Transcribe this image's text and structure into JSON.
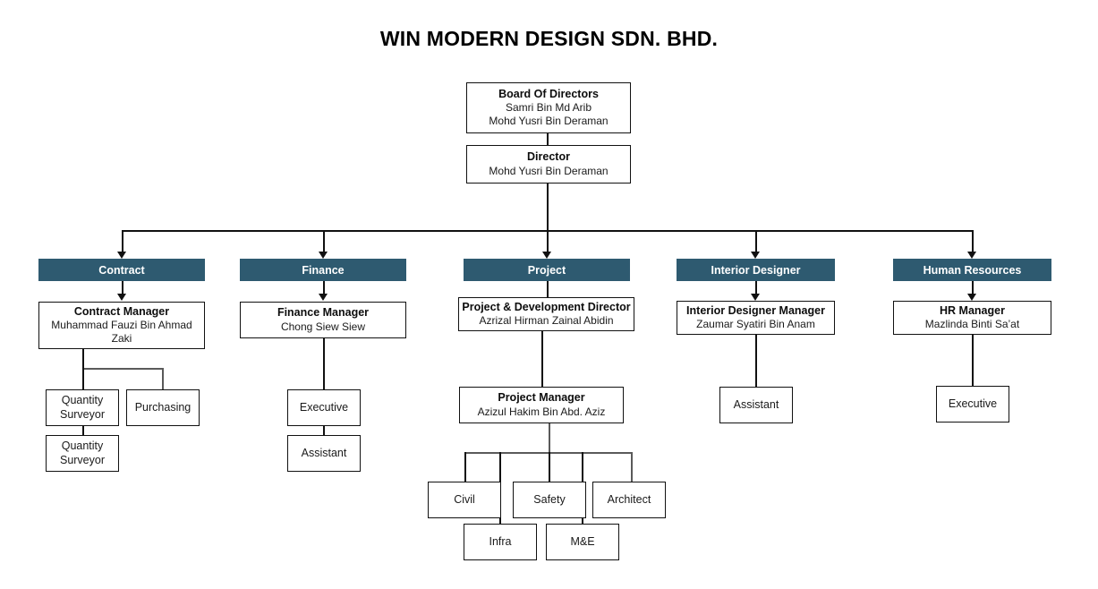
{
  "title": "WIN MODERN DESIGN SDN. BHD.",
  "theme": {
    "dept_bar_color": "#2E5A70",
    "dept_bar_text_color": "#FFFFFF",
    "box_border_color": "#111111",
    "box_fill_color": "#FFFFFF",
    "connector_color": "#111111",
    "connector_grey": "#5A5A5A",
    "page_background": "#FFFFFF"
  },
  "top": {
    "board": {
      "role": "Board Of Directors",
      "member_1": "Samri Bin Md Arib",
      "member_2": "Mohd Yusri Bin Deraman"
    },
    "director": {
      "role": "Director",
      "name": "Mohd Yusri Bin Deraman"
    }
  },
  "departments": [
    {
      "name": "Contract",
      "manager_role": "Contract Manager",
      "manager_name_line1": "Muhammad Fauzi Bin Ahmad",
      "manager_name_line2": "Zaki",
      "children": [
        {
          "label": "Quantity Surveyor"
        },
        {
          "label": "Purchasing"
        },
        {
          "label": "Quantity Surveyor"
        }
      ]
    },
    {
      "name": "Finance",
      "manager_role": "Finance Manager",
      "manager_name": "Chong Siew Siew",
      "children": [
        {
          "label": "Executive"
        },
        {
          "label": "Assistant"
        }
      ]
    },
    {
      "name": "Project",
      "manager_role": "Project & Development Director",
      "manager_name": "Azrizal Hirman Zainal Abidin",
      "sub_manager_role": "Project Manager",
      "sub_manager_name": "Azizul Hakim Bin Abd. Aziz",
      "children": [
        {
          "label": "Civil"
        },
        {
          "label": "Safety"
        },
        {
          "label": "Architect"
        },
        {
          "label": "Infra"
        },
        {
          "label": "M&E"
        }
      ]
    },
    {
      "name": "Interior Designer",
      "manager_role": "Interior Designer Manager",
      "manager_name": "Zaumar Syatiri Bin Anam",
      "children": [
        {
          "label": "Assistant"
        }
      ]
    },
    {
      "name": "Human Resources",
      "manager_role": "HR Manager",
      "manager_name": "Mazlinda Binti Sa’at",
      "children": [
        {
          "label": "Executive"
        }
      ]
    }
  ]
}
